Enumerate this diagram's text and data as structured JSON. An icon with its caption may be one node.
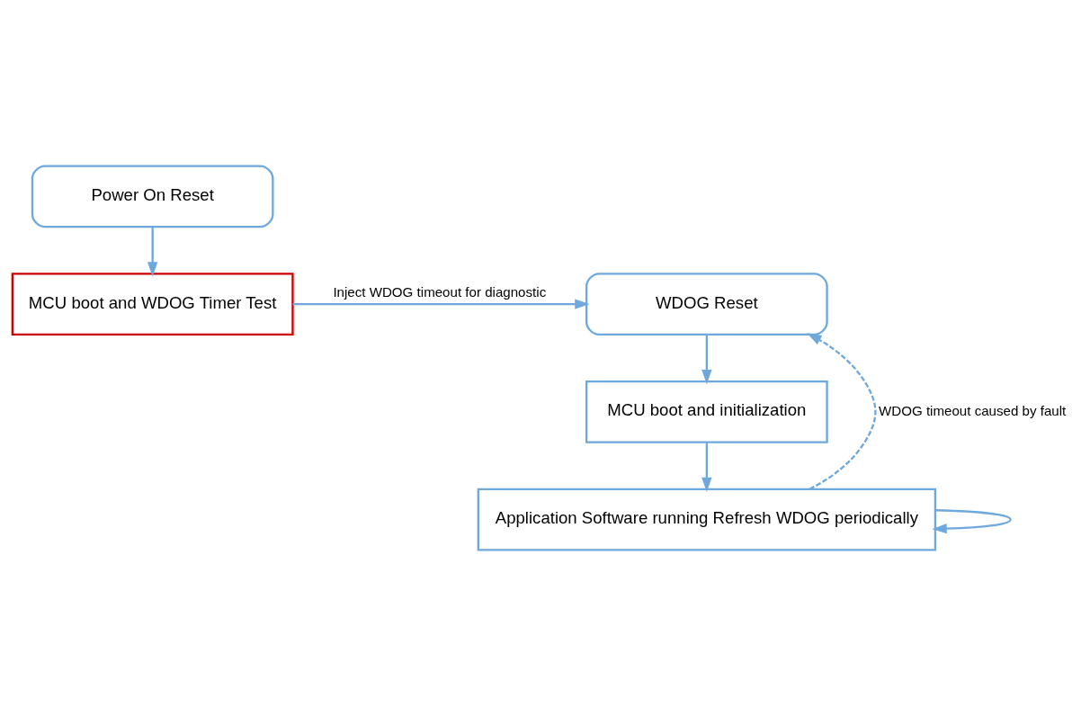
{
  "diagram": {
    "nodes": [
      {
        "text": [
          "Power On Reset"
        ]
      },
      {
        "text": [
          "MCU boot and WDOG Timer Test"
        ]
      },
      {
        "text": [
          "WDOG Reset"
        ]
      },
      {
        "text": [
          "MCU boot and initialization"
        ]
      },
      {
        "text": [
          "Application Software running Refresh WDOG periodically"
        ]
      }
    ],
    "edges": [
      {
        "from": 0,
        "to": 1,
        "arrow": "to"
      },
      {
        "from": 1,
        "to": 2,
        "arrow": "to",
        "label": "Inject WDOG timeout for diagnostic"
      },
      {
        "from": 2,
        "to": 3,
        "arrow": "to"
      },
      {
        "from": 3,
        "to": 4,
        "arrow": "to"
      },
      {
        "from": 4,
        "to": 4,
        "arrow": "to"
      },
      {
        "from": 4,
        "to": 2,
        "arrow": "to",
        "style": "dashed",
        "label": "WDOG timeout caused by fault"
      }
    ]
  }
}
